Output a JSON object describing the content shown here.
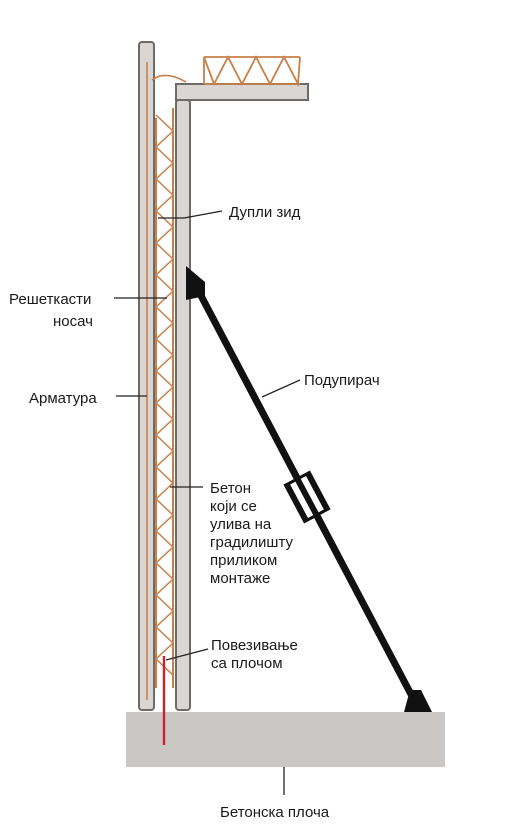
{
  "labels": {
    "double_wall": "Дупли зид",
    "lattice_girder_1": "Решеткасти",
    "lattice_girder_2": "носач",
    "reinforcement": "Арматура",
    "brace": "Подупирач",
    "concrete_1": "Бетон",
    "concrete_2": "који се",
    "concrete_3": "улива на",
    "concrete_4": "градилишту",
    "concrete_5": "приликом",
    "concrete_6": "монтаже",
    "connection_1": "Повезивање",
    "connection_2": "са плочом",
    "slab": "Бетонска плоча"
  },
  "colors": {
    "panel_fill": "#d9d6d3",
    "panel_stroke": "#6d6a68",
    "truss": "#c8804a",
    "brace": "#111111",
    "connection_bar": "#d4202a",
    "slab": "#cac7c4",
    "leader": "#222222"
  }
}
